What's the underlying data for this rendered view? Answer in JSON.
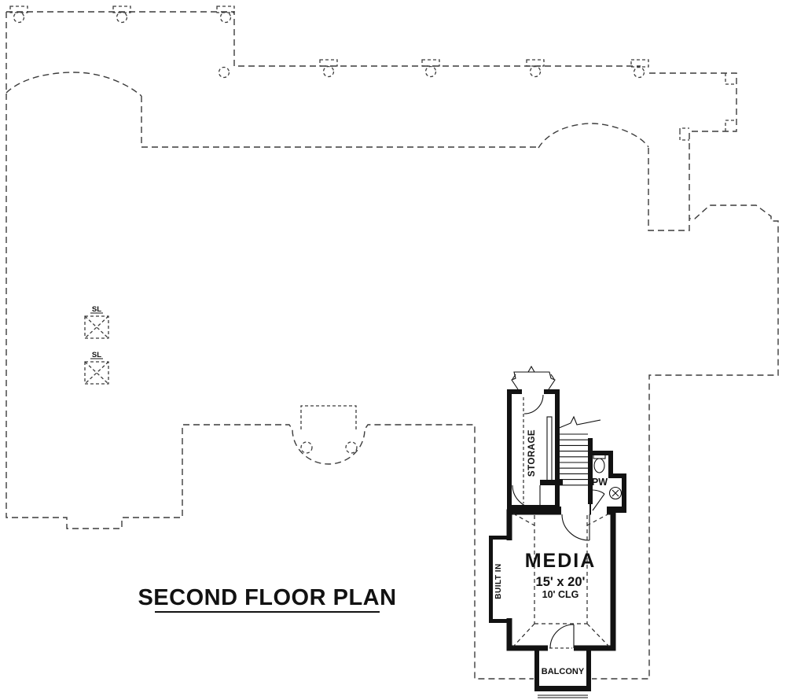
{
  "plan": {
    "title": "SECOND FLOOR PLAN",
    "labels": {
      "storage": "STORAGE",
      "powder_room": "PW",
      "media": "MEDIA",
      "media_size": "15' x 20'",
      "media_ceiling": "10' CLG",
      "built_in": "BUILT IN",
      "balcony": "BALCONY"
    },
    "skylights": [
      {
        "label": "SL"
      },
      {
        "label": "SL"
      }
    ],
    "colors": {
      "wall": "#121212",
      "dashed_line": "#3c3c3c",
      "background": "#ffffff"
    }
  }
}
